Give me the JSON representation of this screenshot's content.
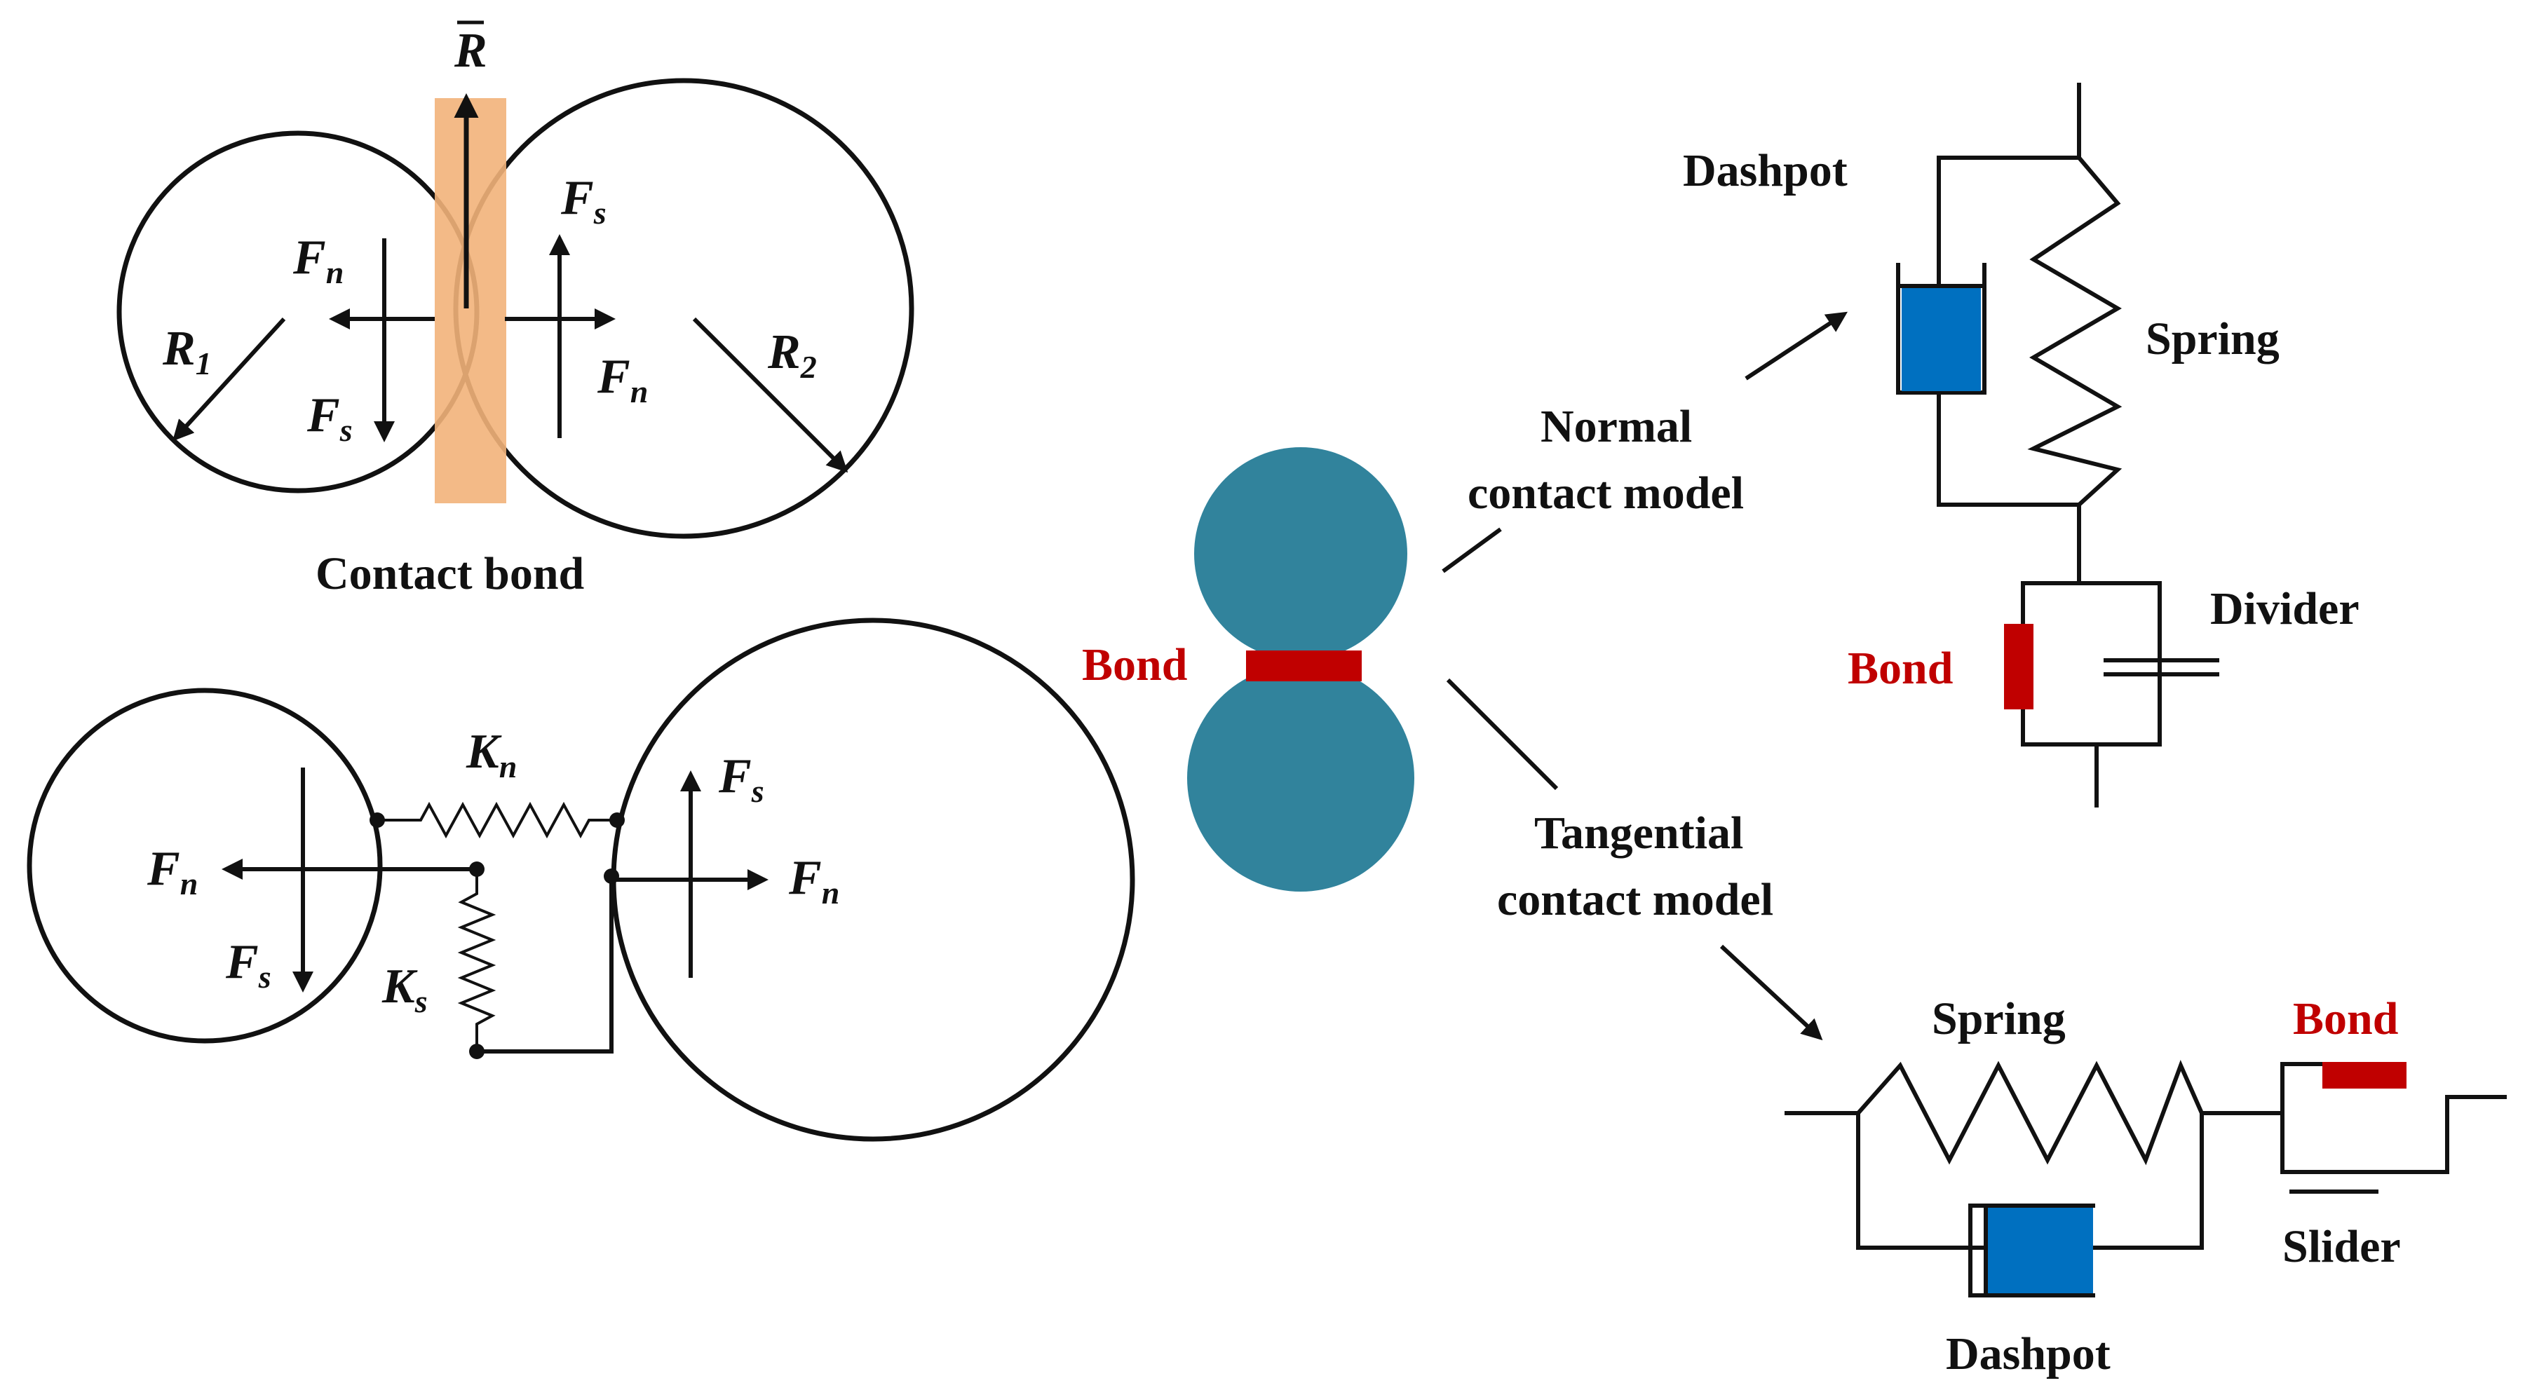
{
  "colors": {
    "line": "#111111",
    "bond_red": "#c00000",
    "particle_teal": "#31839c",
    "dashpot_blue": "#0070c0",
    "contact_band": "#f2b27a"
  },
  "contact_bond": {
    "caption": "Contact bond",
    "r_bar": "R",
    "r1": {
      "main": "R",
      "sub": "1"
    },
    "r2": {
      "main": "R",
      "sub": "2"
    },
    "fn": {
      "main": "F",
      "sub": "n"
    },
    "fs": {
      "main": "F",
      "sub": "s"
    }
  },
  "spring_model": {
    "kn": {
      "main": "K",
      "sub": "n"
    },
    "ks": {
      "main": "K",
      "sub": "s"
    },
    "fn": {
      "main": "F",
      "sub": "n"
    },
    "fs": {
      "main": "F",
      "sub": "s"
    }
  },
  "center": {
    "bond_label": "Bond",
    "normal_line1": "Normal",
    "normal_line2": "contact model",
    "tangential_line1": "Tangential",
    "tangential_line2": "contact model"
  },
  "normal_model": {
    "dashpot": "Dashpot",
    "spring": "Spring",
    "divider": "Divider",
    "bond": "Bond"
  },
  "tangential_model": {
    "spring": "Spring",
    "bond": "Bond",
    "slider": "Slider",
    "dashpot": "Dashpot"
  }
}
